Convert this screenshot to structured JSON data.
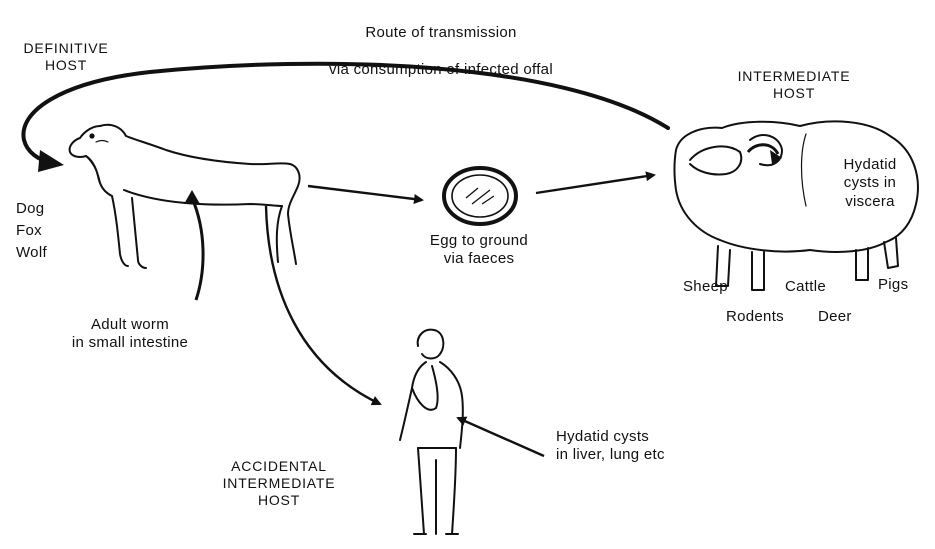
{
  "route": {
    "line1": "Route of transmission",
    "line2": "via consumption of infected offal"
  },
  "definitive_host": {
    "title": "DEFINITIVE\nHOST",
    "animals": "Dog\nFox\nWolf",
    "worm_note": "Adult worm\nin small intestine"
  },
  "intermediate_host": {
    "title": "INTERMEDIATE\nHOST",
    "cysts_note": "Hydatid\ncysts in\nviscera",
    "animals_row1": [
      "Sheep",
      "Cattle",
      "Pigs"
    ],
    "animals_row2": [
      "Rodents",
      "Deer"
    ]
  },
  "egg": {
    "note": "Egg to ground\nvia faeces"
  },
  "accidental_host": {
    "title": "ACCIDENTAL\nINTERMEDIATE\nHOST",
    "cysts_note": "Hydatid cysts\nin liver, lung etc"
  },
  "colors": {
    "ink": "#111111",
    "background": "#ffffff"
  },
  "icons": [
    "dog-figure",
    "egg-figure",
    "sheep-figure",
    "human-figure"
  ]
}
